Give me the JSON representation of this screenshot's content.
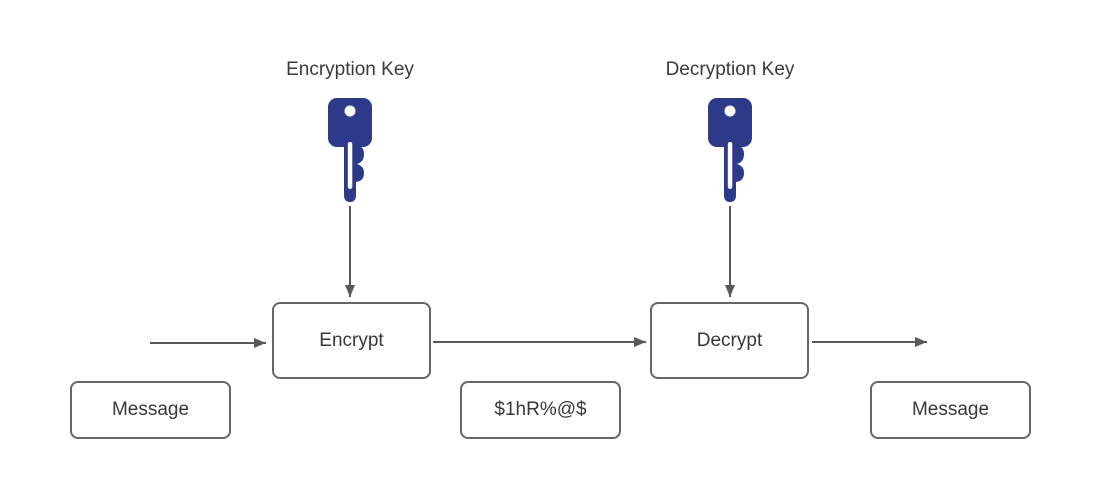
{
  "diagram": {
    "key_labels": {
      "encryption": "Encryption Key",
      "decryption": "Decryption Key"
    },
    "nodes": {
      "encrypt": "Encrypt",
      "decrypt": "Decrypt",
      "message_in": "Message",
      "ciphertext": "$1hR%@$",
      "message_out": "Message"
    },
    "icons": {
      "encryption": "key-icon",
      "decryption": "key-icon"
    },
    "colors": {
      "key_fill": "#2d3a8a",
      "box_border": "#666666",
      "arrow": "#595959",
      "text": "#3a3a3a",
      "background": "#ffffff"
    }
  }
}
